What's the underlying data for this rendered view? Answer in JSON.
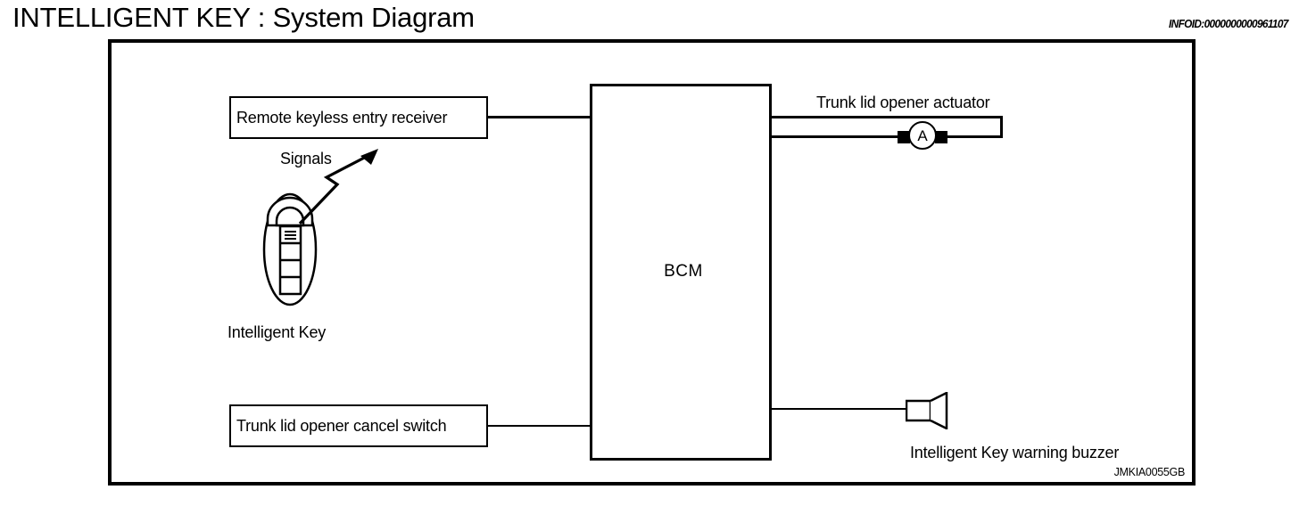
{
  "header": {
    "title": "INTELLIGENT KEY : System Diagram",
    "infoid": "INFOID:0000000000961107"
  },
  "diagram": {
    "figure_code": "JMKIA0055GB",
    "controller": {
      "name": "bcm",
      "label": "BCM"
    },
    "components": [
      {
        "name": "remote-keyless-entry-receiver",
        "label": "Remote keyless entry receiver",
        "type": "box",
        "side": "left-top"
      },
      {
        "name": "trunk-lid-opener-cancel-switch",
        "label": "Trunk lid opener cancel switch",
        "type": "box",
        "side": "left-bottom"
      },
      {
        "name": "trunk-lid-opener-actuator",
        "label": "Trunk lid opener actuator",
        "type": "actuator",
        "symbol_text": "A",
        "side": "right-top"
      },
      {
        "name": "intelligent-key-warning-buzzer",
        "label": "Intelligent Key warning buzzer",
        "type": "buzzer",
        "side": "right-bottom"
      }
    ],
    "annotations": [
      {
        "name": "signals",
        "label": "Signals"
      },
      {
        "name": "intelligent-key",
        "label": "Intelligent Key"
      }
    ]
  },
  "colors": {
    "line": "#000000",
    "background": "#ffffff"
  }
}
